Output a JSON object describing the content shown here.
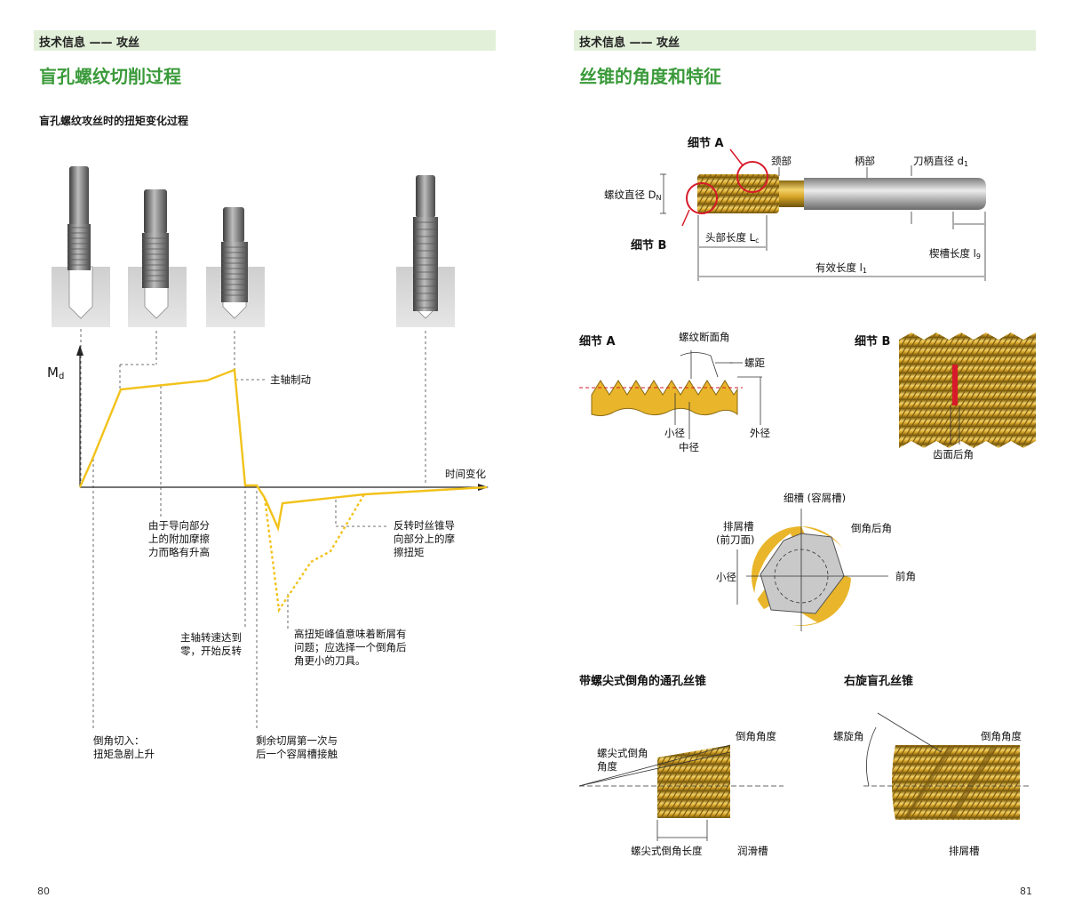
{
  "left_page": {
    "header": "技术信息 —— 攻丝",
    "title": "盲孔螺纹切削过程",
    "subtitle": "盲孔螺纹攻丝时的扭矩变化过程",
    "y_axis_label": "M",
    "y_axis_sub": "d",
    "x_axis_label": "时间变化",
    "annotations": {
      "spindle_brake": "主轴制动",
      "guide_friction": "由于导向部分\n上的附加摩擦\n力而略有升高",
      "reverse_friction": "反转时丝锥导\n向部分上的摩\n擦扭矩",
      "spindle_zero": "主轴转速达到\n零，开始反转",
      "high_peak": "高扭矩峰值意味着断屑有\n问题；应选择一个倒角后\n角更小的刀具。",
      "chamfer_cut": "倒角切入：\n扭矩急剧上升",
      "remaining_chip": "剩余切屑第一次与\n后一个容屑槽接触"
    },
    "page_number": "80",
    "colors": {
      "curve": "#f2c21b",
      "accent": "#3a9a3a",
      "header_bg": "#e2efd9"
    }
  },
  "right_page": {
    "header": "技术信息 —— 攻丝",
    "title": "丝锥的角度和特征",
    "tap_overview": {
      "detail_a": "细节 A",
      "detail_b": "细节 B",
      "neck": "颈部",
      "shank": "柄部",
      "shank_diameter": "刀柄直径 d",
      "shank_diameter_sub": "1",
      "thread_diameter": "螺纹直径 D",
      "thread_diameter_sub": "N",
      "head_length": "头部长度 L",
      "head_length_sub": "c",
      "square_length": "楔槽长度 l",
      "square_length_sub": "9",
      "effective_length": "有效长度 l",
      "effective_length_sub": "1"
    },
    "detail_a": {
      "title": "细节 A",
      "profile_angle": "螺纹断面角",
      "pitch": "螺距",
      "minor_diameter": "小径",
      "pitch_diameter": "中径",
      "major_diameter": "外径"
    },
    "detail_b": {
      "title": "细节 B",
      "flank_relief": "齿面后角"
    },
    "cross_section": {
      "core": "细槽 (容屑槽)",
      "flute": "排屑槽",
      "flute_sub": "(前刀面)",
      "chamfer_relief": "倒角后角",
      "minor": "小径",
      "rake_angle": "前角"
    },
    "spiral_point": {
      "title": "带螺尖式倒角的通孔丝锥",
      "point_angle": "螺尖式倒角\n角度",
      "chamfer_angle": "倒角角度",
      "point_length": "螺尖式倒角长度",
      "lube_groove": "润滑槽"
    },
    "spiral_flute": {
      "title": "右旋盲孔丝锥",
      "helix_angle": "螺旋角",
      "chamfer_angle": "倒角角度",
      "flute": "排屑槽"
    },
    "page_number": "81"
  }
}
